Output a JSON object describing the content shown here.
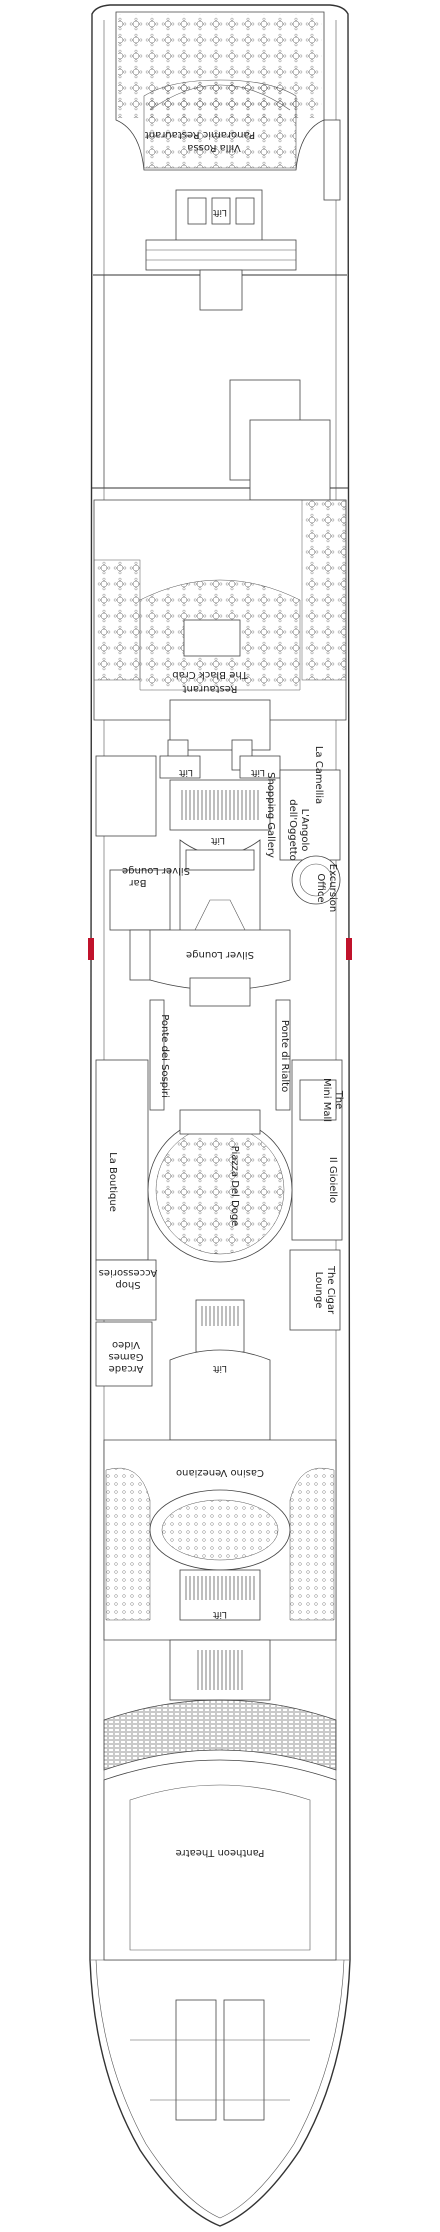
{
  "deck_plan": {
    "labels": {
      "panoramic_restaurant": "Panoramic Restaurant",
      "villa_rossa": "Villa Rossa",
      "lift_aft": "Lift",
      "the_black_crab": "The Black Crab",
      "restaurant": "Restaurant",
      "lift_port_mid": "Lift",
      "lift_star_mid": "Lift",
      "la_cameliia": "La Camellia",
      "shopping_gallery": "Shopping Gallery",
      "langolo": "L'Angolo",
      "dalloggetto": "dell'Oggetto",
      "excursion": "Excursion",
      "office": "Office",
      "silver_lounge_bar_1": "Silver Lounge",
      "silver_lounge_bar_2": "Bar",
      "lift_center": "Lift",
      "silver_lounge": "Silver Lounge",
      "ponte_dei_sospiri": "Ponte dei Sospiri",
      "ponte_di_rialto": "Ponte di Rialto",
      "the_mini_mall_1": "The",
      "the_mini_mall_2": "Mini Mall",
      "la_boutique": "La Boutique",
      "il_gioiello": "Il Gioiello",
      "piazza_del_doge": "Piazza Del Doge",
      "accessories_1": "Accessories",
      "accessories_2": "Shop",
      "cigar_1": "The Cigar",
      "cigar_2": "Lounge",
      "video_1": "Video",
      "video_2": "Games",
      "video_3": "Arcade",
      "lift_fwd_upper": "Lift",
      "casino": "Casino Veneziano",
      "lift_fwd": "Lift",
      "pantheon": "Pantheon Theatre"
    },
    "colors": {
      "outline": "#333333",
      "marker": "#c0122b"
    }
  }
}
